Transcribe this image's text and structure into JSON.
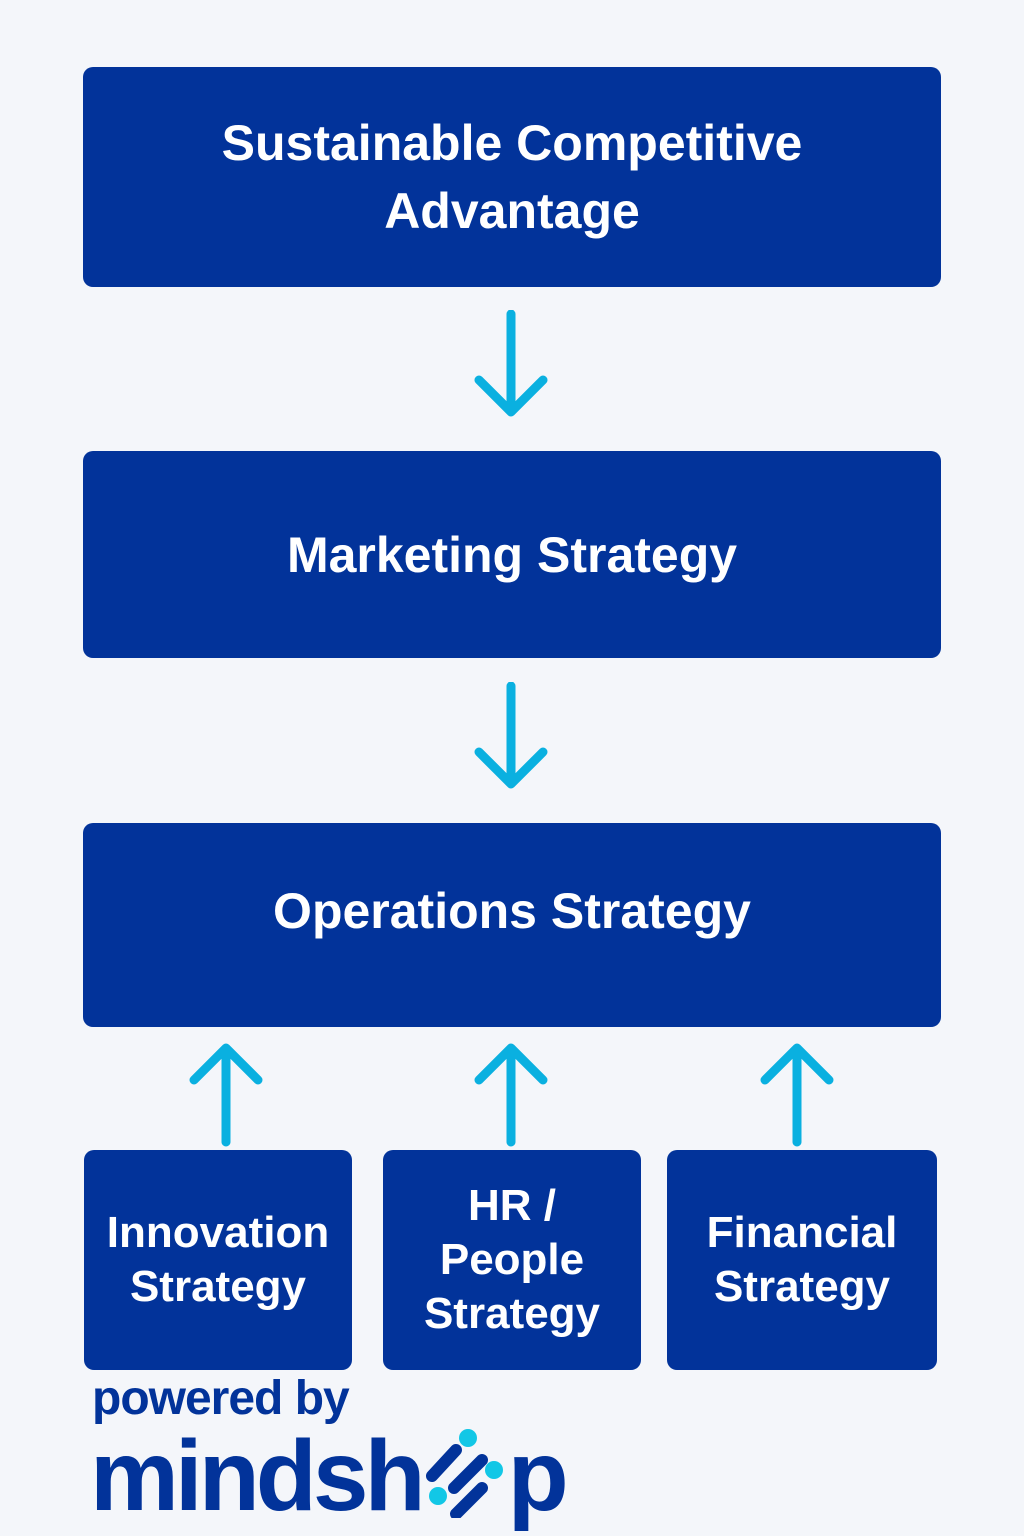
{
  "nodes": {
    "top": "Sustainable Competitive Advantage",
    "marketing": "Marketing Strategy",
    "operations": "Operations Strategy",
    "innovation": "Innovation Strategy",
    "hr": "HR / People Strategy",
    "financial": "Financial Strategy"
  },
  "logo": {
    "powered_by": "powered by",
    "brand_left": "mindsh",
    "brand_right": "p"
  },
  "colors": {
    "box": "#02339a",
    "arrow": "#0ab0e0",
    "background": "#f4f6fa"
  }
}
